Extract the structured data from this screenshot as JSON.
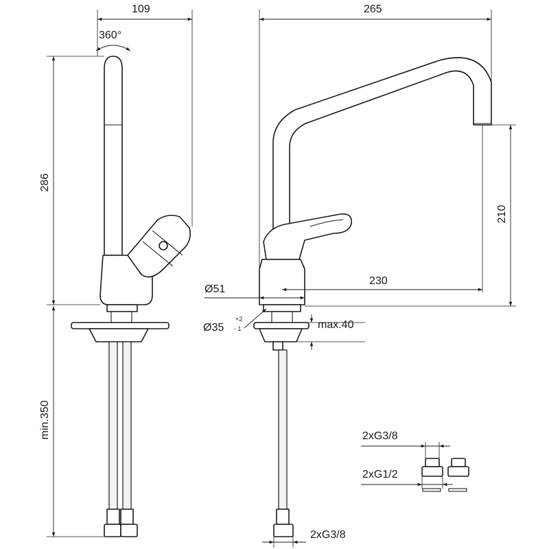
{
  "drawing": {
    "rotation_label": "360°",
    "dims": {
      "side_width": "109",
      "side_height": "286",
      "min_length": "min.350",
      "overall_reach": "265",
      "spout_height": "210",
      "spout_reach": "230",
      "base_diameter": "Ø51",
      "hole_diameter": "Ø35",
      "hole_tol_plus": "+2",
      "hole_tol_minus": "- 1",
      "max_thickness": "max.40",
      "conn_g38_top": "2xG3/8",
      "conn_g12": "2xG1/2",
      "conn_g38_bottom": "2xG3/8"
    }
  }
}
